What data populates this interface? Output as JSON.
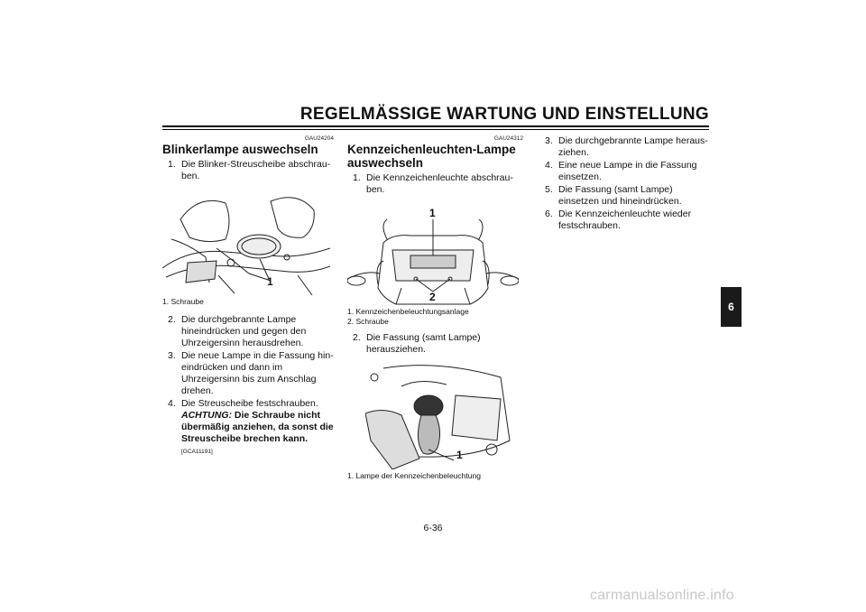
{
  "header": {
    "title": "REGELMÄSSIGE WARTUNG UND EINSTELLUNG"
  },
  "chapter_tab": "6",
  "page_number": "6-36",
  "watermark": "carmanualsonline.info",
  "left_column": {
    "code": "GAU24204",
    "title": "Blinkerlampe auswechseln",
    "step1": {
      "num": "1.",
      "text": "Die Blinker-Streuscheibe abschrau­ben."
    },
    "figure": {
      "callout": "1"
    },
    "caption": [
      "1. Schraube"
    ],
    "steps": [
      {
        "num": "2.",
        "text": "Die durchgebrannte Lampe hineindrü­cken und gegen den Uhrzeigersinn herausdrehen."
      },
      {
        "num": "3.",
        "text": "Die neue Lampe in die Fassung hin­eindrücken und dann im Uhrzeigersinn bis zum Anschlag drehen."
      },
      {
        "num": "4.",
        "text": "Die Streuscheibe festschrauben."
      }
    ],
    "warning": {
      "label": "ACHTUNG:",
      "text": "Die Schraube nicht übermäßig anziehen, da sonst die Streuscheibe brechen kann.",
      "code": "[GCA11191]"
    }
  },
  "middle_column": {
    "code": "GAU24312",
    "title_line1": "Kennzeichenleuchten-Lampe",
    "title_line2": "auswechseln",
    "step1": {
      "num": "1.",
      "text": "Die Kennzeichenleuchte abschrau­ben."
    },
    "figure1": {
      "callout_top": "1",
      "callout_bottom": "2"
    },
    "caption1": [
      "1. Kennzeichenbeleuchtungsanlage",
      "2. Schraube"
    ],
    "step2": {
      "num": "2.",
      "text": "Die Fassung (samt Lampe) herauszie­hen."
    },
    "figure2": {
      "callout": "1"
    },
    "caption2": [
      "1. Lampe der Kennzeichenbeleuchtung"
    ]
  },
  "right_column": {
    "steps": [
      {
        "num": "3.",
        "text": "Die durchgebrannte Lampe heraus­ziehen."
      },
      {
        "num": "4.",
        "text": "Eine neue Lampe in die Fassung ein­setzen."
      },
      {
        "num": "5.",
        "text": "Die Fassung (samt Lampe) einsetzen und hineindrücken."
      },
      {
        "num": "6.",
        "text": "Die Kennzeichenleuchte wieder fest­schrauben."
      }
    ]
  }
}
